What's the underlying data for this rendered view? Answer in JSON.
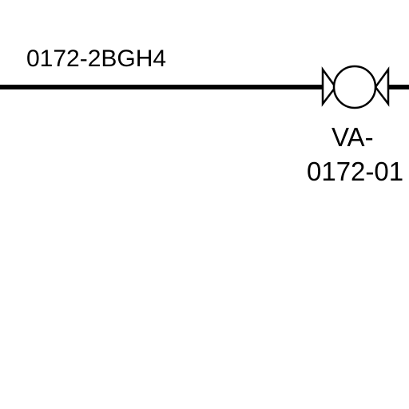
{
  "diagram": {
    "line": {
      "label": "0172-2BGH4"
    },
    "valve": {
      "tag_line1": "VA-",
      "tag_line2": "0172-01"
    },
    "colors": {
      "stroke": "#000000",
      "background": "#ffffff",
      "text": "#000000"
    }
  }
}
